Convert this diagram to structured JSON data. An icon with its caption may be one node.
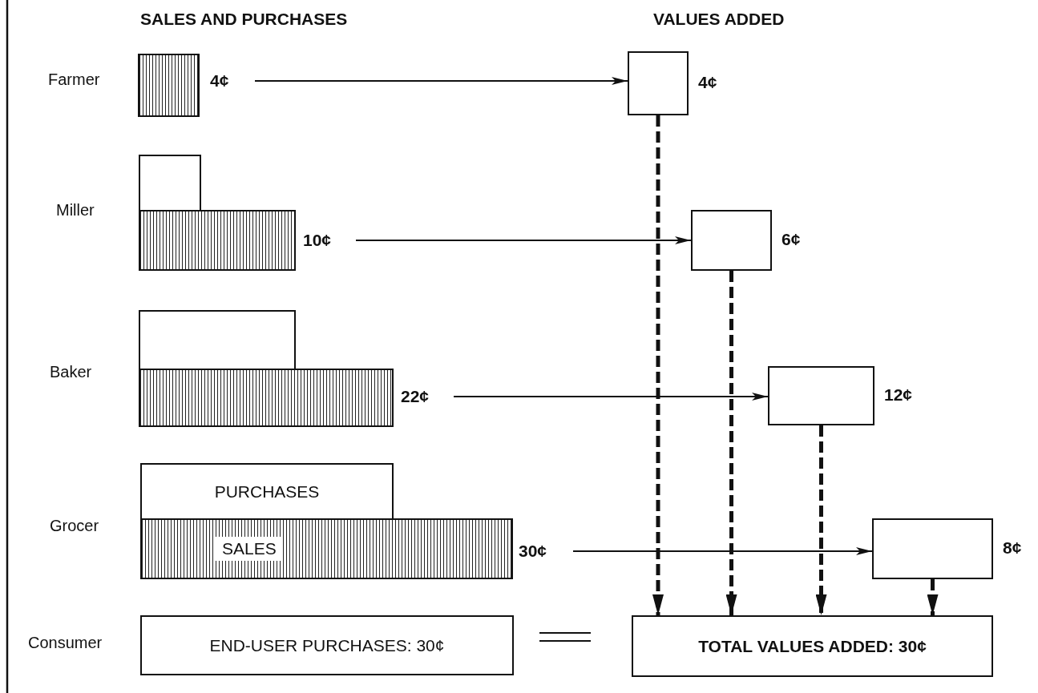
{
  "diagram": {
    "nodes": [
      {
        "text": [],
        "shape": "bar"
      },
      {
        "text": [
          "4¢"
        ]
      },
      {
        "text": [],
        "shape": "box",
        "beside": [
          "4¢"
        ]
      },
      {
        "text": [],
        "shape": "box"
      },
      {
        "text": [],
        "shape": "bar"
      },
      {
        "text": [
          "10¢"
        ]
      },
      {
        "text": [],
        "shape": "box",
        "beside": [
          "6¢"
        ]
      },
      {
        "text": [],
        "shape": "box"
      },
      {
        "text": [],
        "shape": "bar"
      },
      {
        "text": [
          "22¢"
        ]
      },
      {
        "text": [],
        "shape": "box",
        "beside": [
          "12¢"
        ]
      },
      {
        "text": [
          "PURCHASES"
        ]
      },
      {
        "text": [
          "SALES"
        ]
      },
      {
        "text": [
          "30¢"
        ]
      },
      {
        "text": [],
        "shape": "box",
        "beside": [
          "8¢"
        ]
      },
      {
        "text": [
          "END-USER PURCHASES: 30¢"
        ]
      },
      {
        "text": [
          "TOTAL VALUES ADDED: 30¢"
        ]
      }
    ],
    "edges": [
      {
        "from": 1,
        "to": 2,
        "arrow": "to"
      },
      {
        "from": 5,
        "to": 6,
        "arrow": "to"
      },
      {
        "from": 9,
        "to": 10,
        "arrow": "to"
      },
      {
        "from": 13,
        "to": 14,
        "arrow": "to"
      },
      {
        "from": 2,
        "to": 16,
        "arrow": "to",
        "style": "dashed"
      },
      {
        "from": 6,
        "to": 16,
        "arrow": "to",
        "style": "dashed"
      },
      {
        "from": 10,
        "to": 16,
        "arrow": "to",
        "style": "dashed"
      },
      {
        "from": 14,
        "to": 16,
        "arrow": "to",
        "style": "dashed"
      }
    ],
    "labels": [
      "SALES AND PURCHASES",
      "VALUES ADDED",
      "Farmer",
      "Miller",
      "Baker",
      "Grocer",
      "Consumer"
    ]
  }
}
